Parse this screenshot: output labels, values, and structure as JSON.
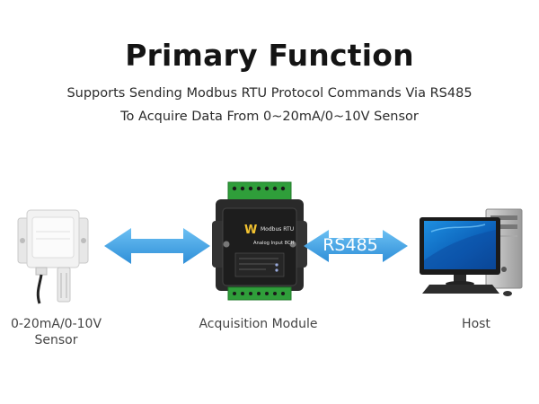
{
  "title": "Primary Function",
  "subtitle": {
    "line1": "Supports Sending Modbus RTU Protocol Commands Via RS485",
    "line2": "To Acquire Data From 0~20mA/0~10V Sensor"
  },
  "devices": {
    "sensor": {
      "caption_line1": "0-20mA/0-10V",
      "caption_line2": "Sensor"
    },
    "module": {
      "caption": "Acquisition Module",
      "label_line1": "Modbus RTU",
      "label_line2": "Analog Input 8CH",
      "logo": "W"
    },
    "host": {
      "caption": "Host"
    }
  },
  "arrows": {
    "rs485_label": "RS485"
  },
  "colors": {
    "arrow_blue": "#4aa7e8",
    "terminal_green": "#2f9e3a",
    "module_body": "#2a2a2a"
  }
}
